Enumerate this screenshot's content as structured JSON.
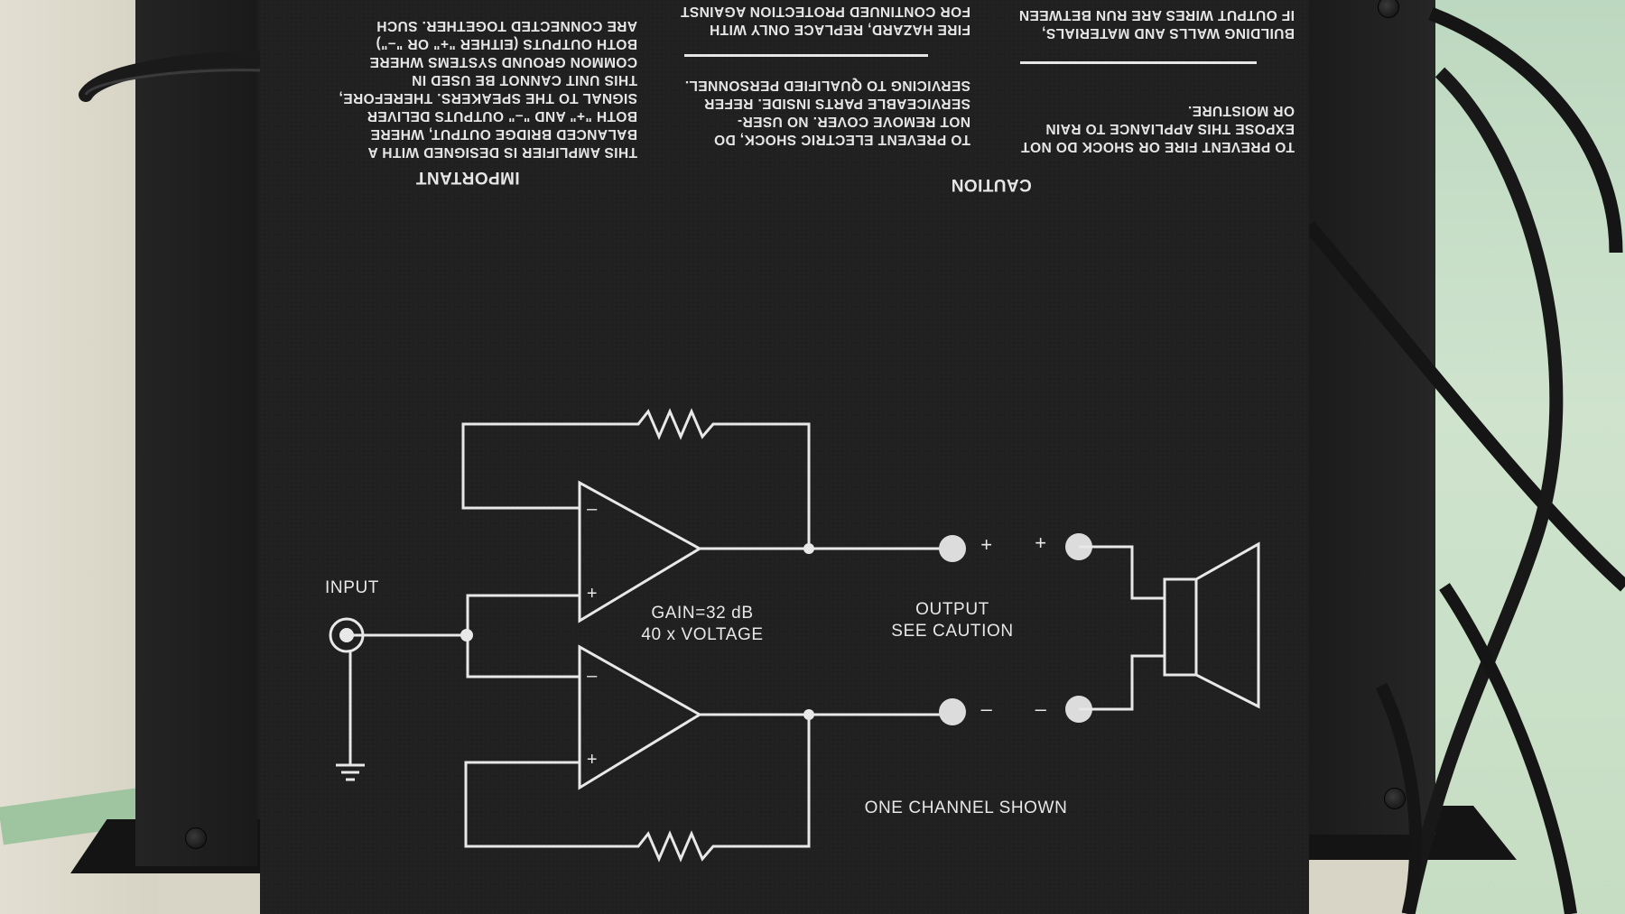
{
  "panel": {
    "important": {
      "heading": "IMPORTANT",
      "body": "THIS AMPLIFIER IS DESIGNED WITH A\nBALANCED BRIDGE OUTPUT, WHERE\nBOTH \"+\" AND \"–\" OUTPUTS DELIVER\nSIGNAL TO THE SPEAKERS. THEREFORE,\nTHIS UNIT CANNOT BE USED IN\nCOMMON GROUND SYSTEMS WHERE\nBOTH OUTPUTS (EITHER \"+\" OR \"–\")\nARE CONNECTED TOGETHER. SUCH"
    },
    "caution": {
      "heading": "CAUTION",
      "middle_body": "TO PREVENT ELECTRIC SHOCK, DO\nNOT REMOVE COVER. NO USER-\nSERVICEABLE PARTS INSIDE. REFER\nSERVICING TO QUALIFIED PERSONNEL.",
      "middle_top": "FIRE HAZARD, REPLACE ONLY WITH\nFOR CONTINUED PROTECTION AGAINST",
      "right_body": "TO PREVENT FIRE OR SHOCK DO NOT\nEXPOSE THIS APPLIANCE TO RAIN\nOR MOISTURE.",
      "right_top": "BUILDING WALLS AND MATERIALS,\nIF OUTPUT WIRES ARE RUN BETWEEN"
    },
    "schematic": {
      "input_label": "INPUT",
      "gain_line1": "GAIN=32 dB",
      "gain_line2": "40 x VOLTAGE",
      "output_line1": "OUTPUT",
      "output_line2": "SEE CAUTION",
      "channel_note": "ONE CHANNEL SHOWN",
      "plus": "+",
      "minus": "–"
    }
  },
  "colors": {
    "panel": "#202020",
    "silkscreen": "#e6e6e6",
    "table_left": "#d8d5c7",
    "table_right": "#c6ddc3"
  }
}
